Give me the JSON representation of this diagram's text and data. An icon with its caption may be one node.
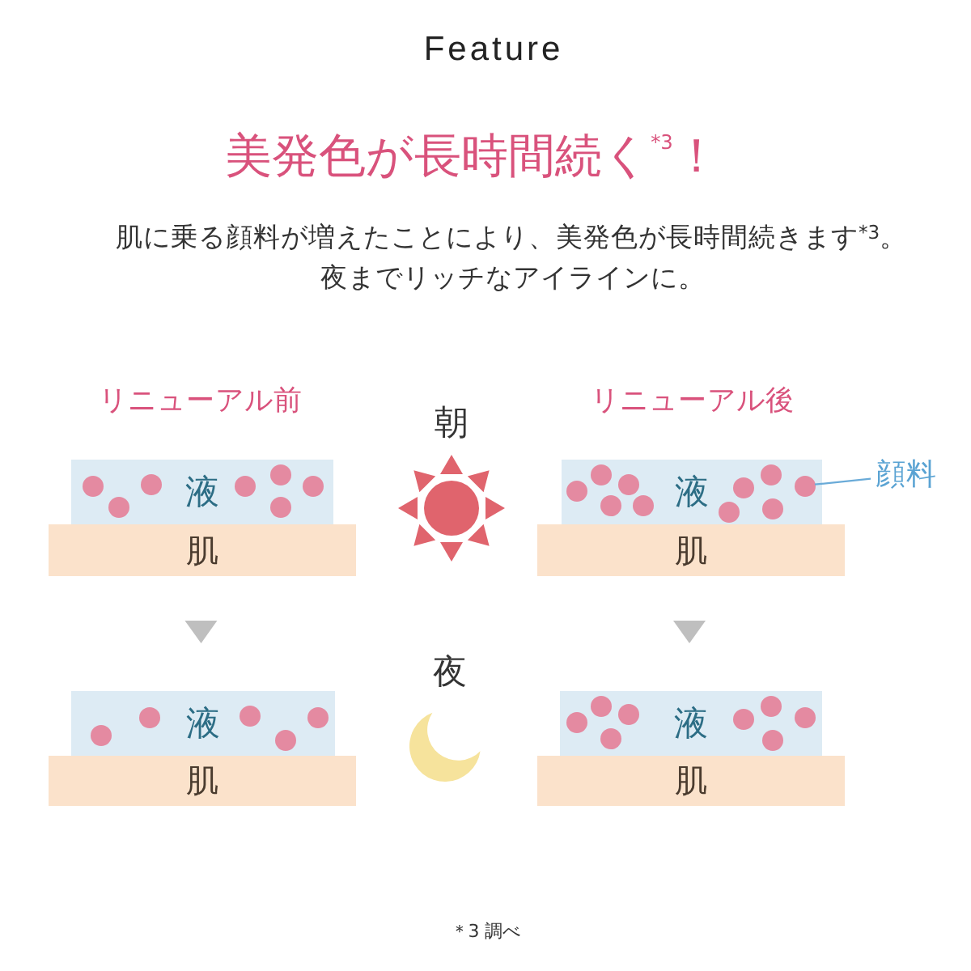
{
  "diagram": {
    "title": "Feature",
    "nodes": [
      {
        "text": [
          "液"
        ]
      },
      {
        "text": [
          "肌"
        ]
      },
      {
        "text": [
          "液"
        ]
      },
      {
        "text": [
          "肌"
        ]
      },
      {
        "text": [
          "顔料"
        ]
      },
      {
        "text": [],
        "shape": "circle",
        "in": 2
      },
      {
        "text": [
          "液"
        ]
      },
      {
        "text": [
          "肌"
        ]
      },
      {
        "text": [
          "液"
        ]
      },
      {
        "text": [
          "肌"
        ]
      }
    ],
    "edges": [
      {
        "from": 4,
        "to": 5,
        "arrow": "none",
        "color": "#6aabd8"
      },
      {
        "from": 1,
        "to": 6,
        "arrow": "to"
      },
      {
        "from": 3,
        "to": 8,
        "arrow": "to"
      }
    ],
    "labels": [
      "美発色が長時間続く$^{*3}$！",
      "肌に乗る顔料が増えたことにより、美発色が長時間続きます$^{*3}$。",
      "夜までリッチなアイラインに。",
      "リニューアル前",
      "朝",
      "リニューアル後",
      "夜",
      "＊3 調べ"
    ]
  }
}
